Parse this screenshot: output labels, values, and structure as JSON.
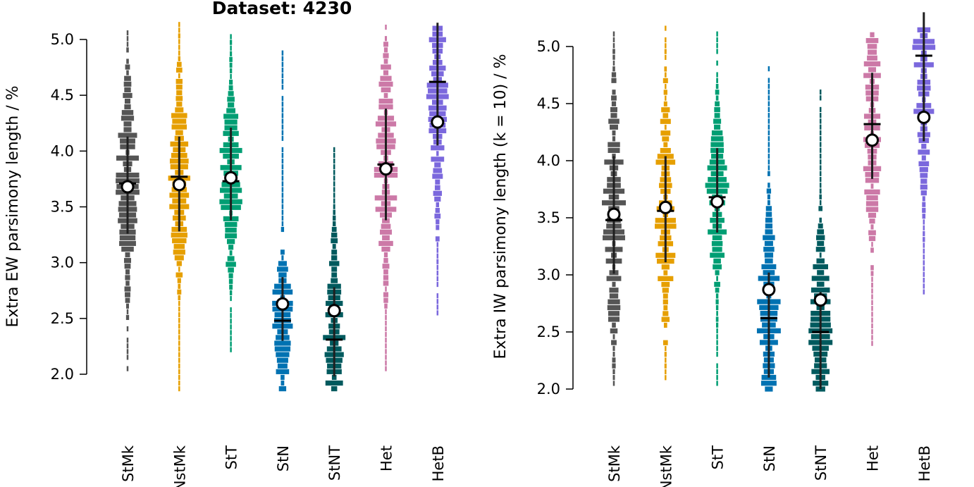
{
  "chart_data": [
    {
      "type": "dot-strip",
      "title": "Dataset: 4230",
      "ylabel": "Extra EW parsimony length / %",
      "xlabel": "",
      "ylim": [
        2.0,
        5.0
      ],
      "yticks": [
        "2.0",
        "2.5",
        "3.0",
        "3.5",
        "4.0",
        "4.5",
        "5.0"
      ],
      "categories": [
        "StMk",
        "NstMk",
        "StT",
        "StN",
        "StNT",
        "Het",
        "HetB"
      ],
      "colors": [
        "#555555",
        "#e69f00",
        "#009e73",
        "#0072b2",
        "#005a5e",
        "#cc79a7",
        "#7b68dd"
      ],
      "series": [
        {
          "mean": 3.68,
          "median": 3.71,
          "q_low": 3.26,
          "q_high": 4.13,
          "min": 2.05,
          "max": 5.15
        },
        {
          "mean": 3.7,
          "median": 3.77,
          "q_low": 3.28,
          "q_high": 4.13,
          "min": 1.87,
          "max": 5.15
        },
        {
          "mean": 3.76,
          "median": 3.73,
          "q_low": 3.38,
          "q_high": 4.21,
          "min": 2.22,
          "max": 5.05
        },
        {
          "mean": 2.63,
          "median": 2.48,
          "q_low": 2.3,
          "q_high": 2.87,
          "min": 1.87,
          "max": 4.9
        },
        {
          "mean": 2.57,
          "median": 2.31,
          "q_low": 1.98,
          "q_high": 2.78,
          "min": 1.87,
          "max": 4.05
        },
        {
          "mean": 3.84,
          "median": 3.88,
          "q_low": 3.38,
          "q_high": 4.38,
          "min": 2.05,
          "max": 5.15
        },
        {
          "mean": 4.26,
          "median": 4.62,
          "q_low": 4.05,
          "q_high": 5.15,
          "min": 2.55,
          "max": 5.15
        }
      ]
    },
    {
      "type": "dot-strip",
      "title": "",
      "ylabel": "Extra IW parsimony length (k = 10) / %",
      "xlabel": "",
      "ylim": [
        2.0,
        5.0
      ],
      "yticks": [
        "2.0",
        "2.5",
        "3.0",
        "3.5",
        "4.0",
        "4.5",
        "5.0"
      ],
      "categories": [
        "StMk",
        "NstMk",
        "StT",
        "StN",
        "StNT",
        "Het",
        "HetB"
      ],
      "colors": [
        "#555555",
        "#e69f00",
        "#009e73",
        "#0072b2",
        "#005a5e",
        "#cc79a7",
        "#7b68dd"
      ],
      "series": [
        {
          "mean": 3.53,
          "median": 3.48,
          "q_low": 3.01,
          "q_high": 4.04,
          "min": 2.05,
          "max": 5.15
        },
        {
          "mean": 3.59,
          "median": 3.56,
          "q_low": 3.11,
          "q_high": 4.04,
          "min": 2.1,
          "max": 5.2
        },
        {
          "mean": 3.64,
          "median": 3.68,
          "q_low": 3.37,
          "q_high": 4.11,
          "min": 2.05,
          "max": 5.15
        },
        {
          "mean": 2.87,
          "median": 2.62,
          "q_low": 2.1,
          "q_high": 3.02,
          "min": 2.0,
          "max": 4.85
        },
        {
          "mean": 2.78,
          "median": 2.5,
          "q_low": 2.0,
          "q_high": 2.85,
          "min": 2.0,
          "max": 4.65
        },
        {
          "mean": 4.18,
          "median": 4.32,
          "q_low": 3.84,
          "q_high": 4.77,
          "min": 2.4,
          "max": 5.15
        },
        {
          "mean": 4.38,
          "median": 4.92,
          "q_low": 4.17,
          "q_high": 5.3,
          "min": 2.8,
          "max": 5.15
        }
      ]
    }
  ]
}
